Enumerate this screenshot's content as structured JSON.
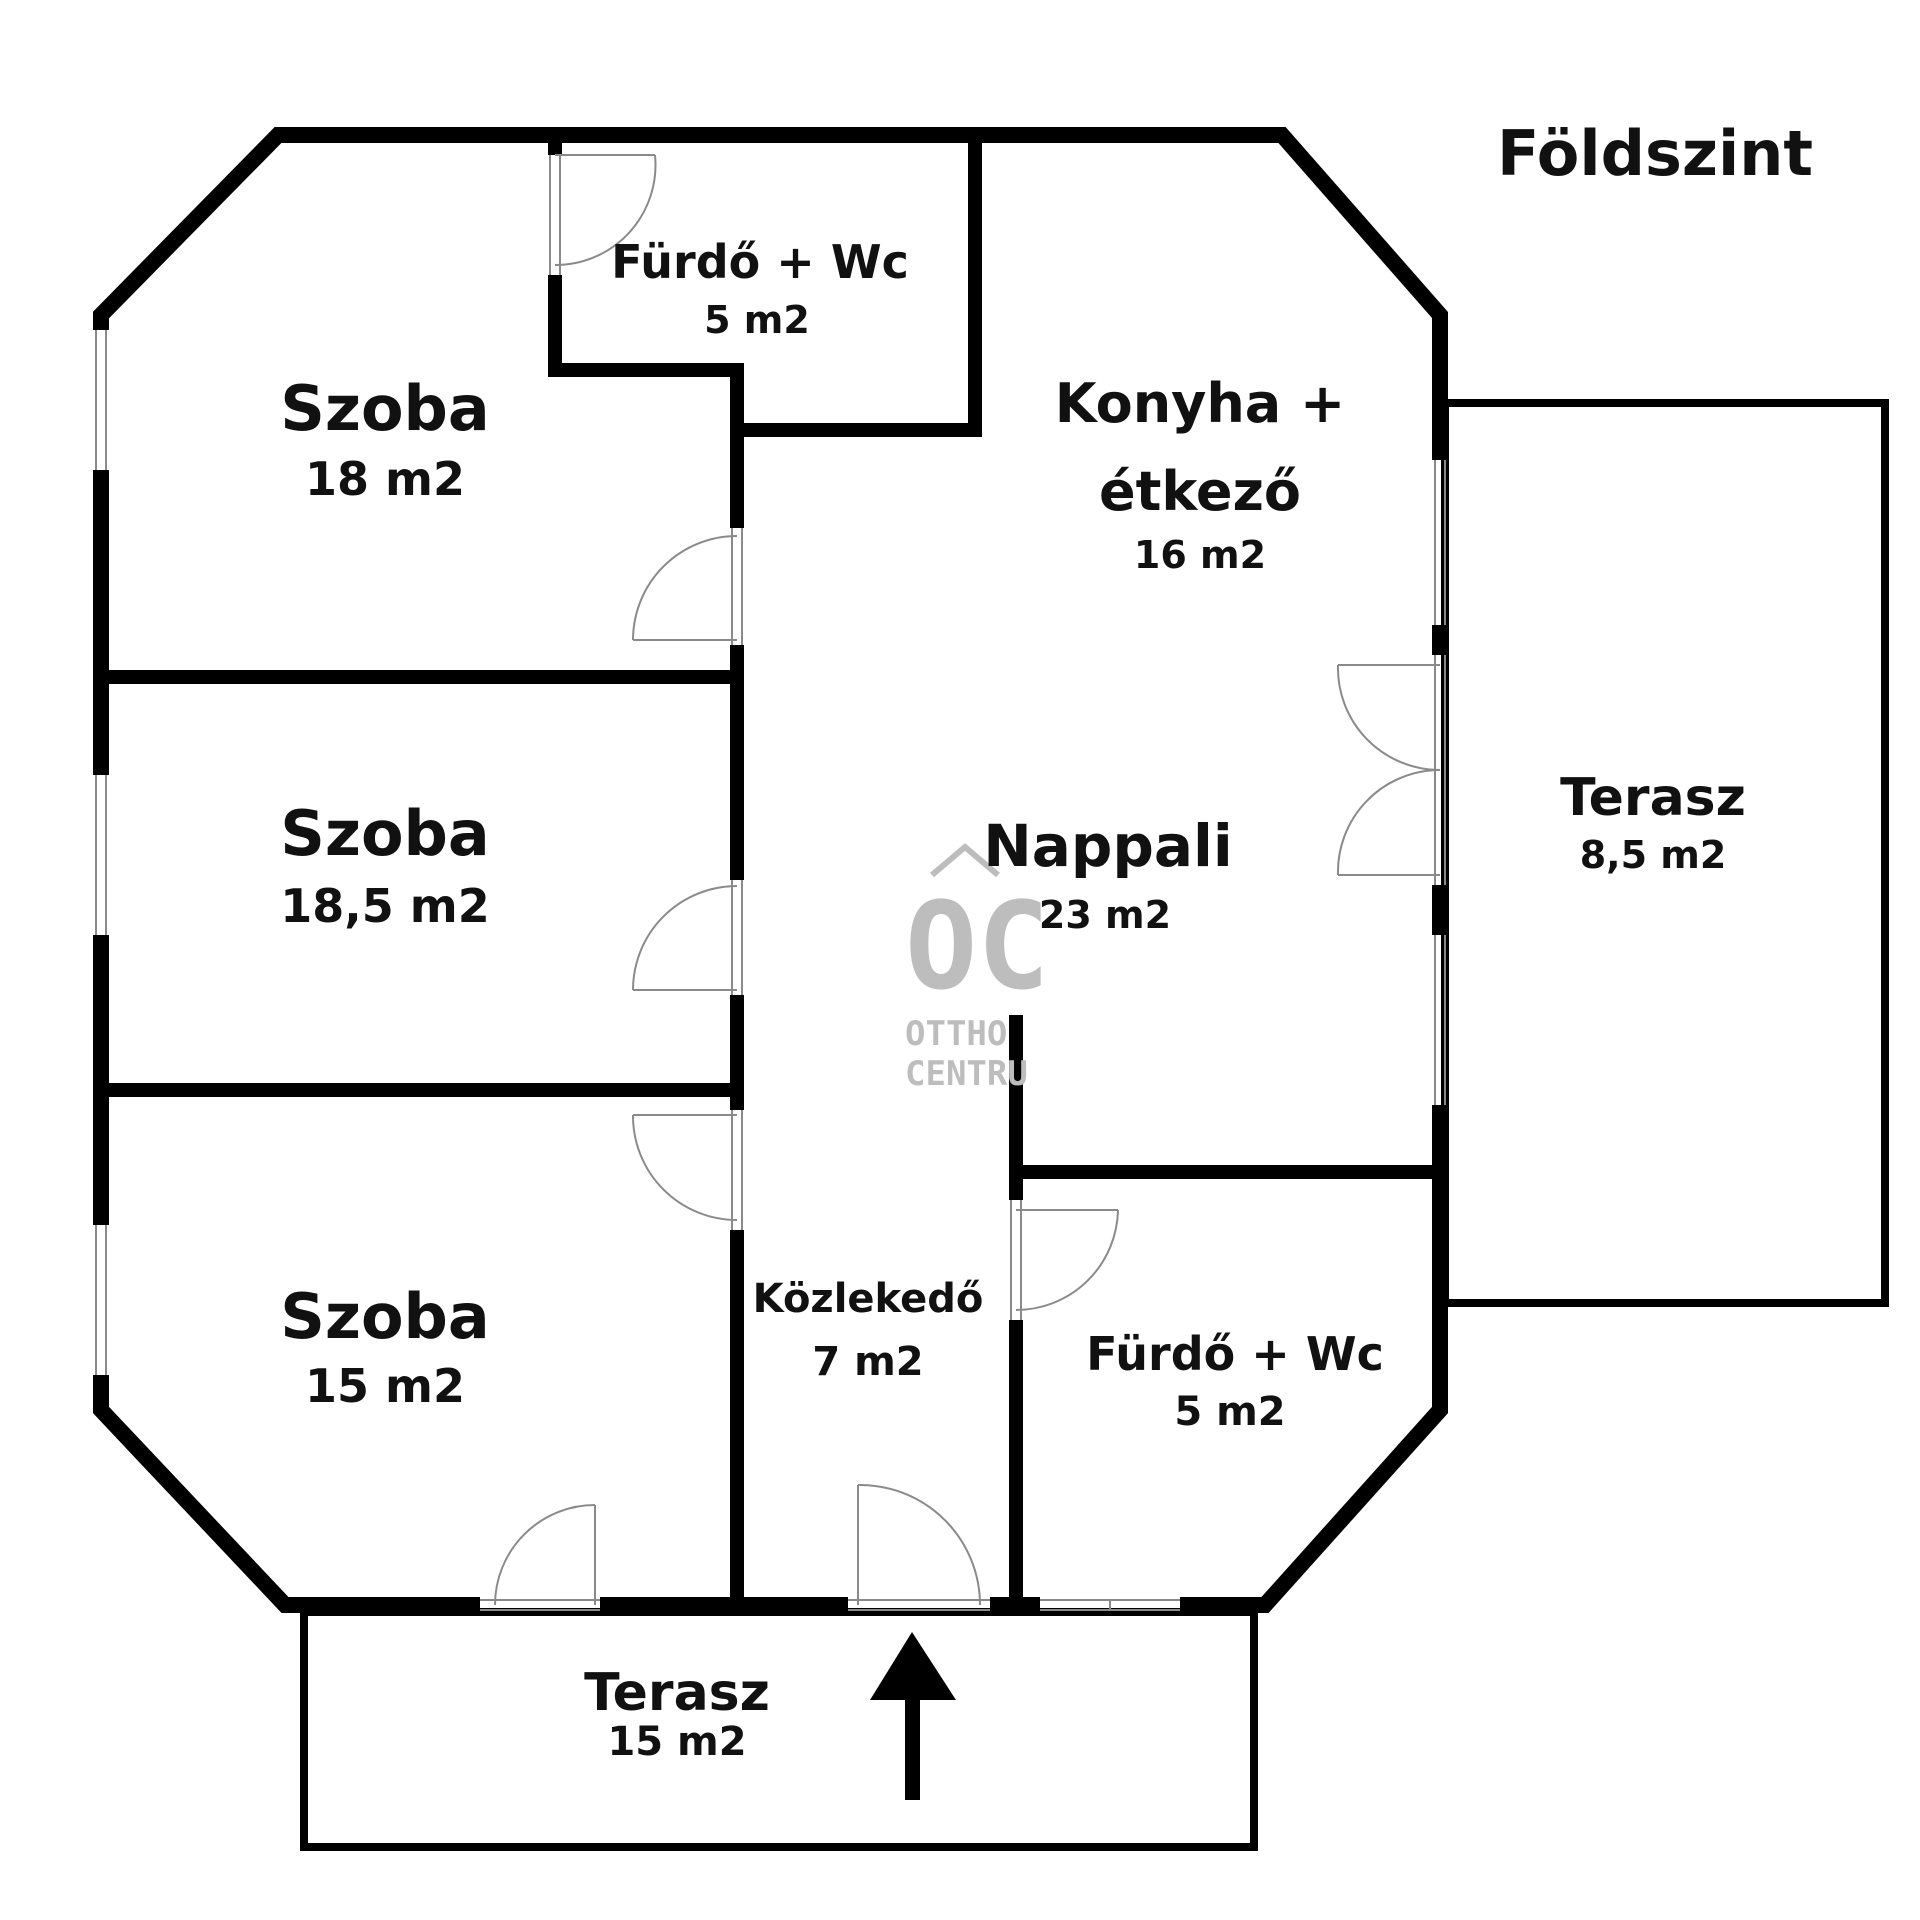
{
  "floor_title": "Földszint",
  "rooms": {
    "bath_top": {
      "name": "Fürdő + Wc",
      "area": "5 m2"
    },
    "room_1": {
      "name": "Szoba",
      "area": "18 m2"
    },
    "kitchen": {
      "name_line1": "Konyha +",
      "name_line2": "étkező",
      "area": "16 m2"
    },
    "room_2": {
      "name": "Szoba",
      "area": "18,5 m2"
    },
    "living": {
      "name": "Nappali",
      "area": "23 m2"
    },
    "terrace_side": {
      "name": "Terasz",
      "area": "8,5 m2"
    },
    "room_3": {
      "name": "Szoba",
      "area": "15 m2"
    },
    "hall": {
      "name": "Közlekedő",
      "area": "7 m2"
    },
    "bath_bottom": {
      "name": "Fürdő + Wc",
      "area": "5 m2"
    },
    "terrace_front": {
      "name": "Terasz",
      "area": "15 m2"
    }
  },
  "watermark": {
    "mark": "OC",
    "line1": "OTTHO",
    "line2": "CENTRU"
  },
  "colors": {
    "wall": "#000000",
    "door": "#8a8a8a",
    "watermark": "#bdbdbd",
    "background": "#ffffff"
  }
}
